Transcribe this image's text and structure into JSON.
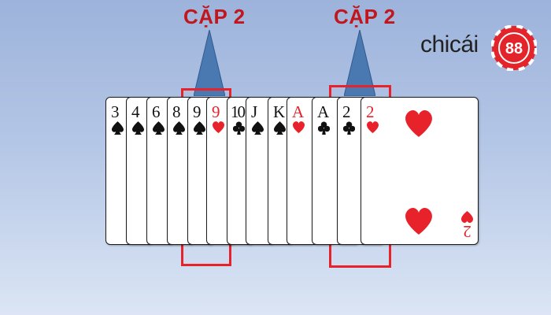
{
  "labels": {
    "left": "CẶP 2",
    "right": "CẶP 2"
  },
  "logo": {
    "word": "chicái",
    "number": "88"
  },
  "colors": {
    "red": "#e8222a",
    "label_red": "#c0161c",
    "black": "#111111",
    "pointer": "#4a78b0"
  },
  "cards": [
    {
      "rank": "3",
      "suit": "spade-icon",
      "color": "black"
    },
    {
      "rank": "4",
      "suit": "spade-icon",
      "color": "black"
    },
    {
      "rank": "6",
      "suit": "spade-icon",
      "color": "black"
    },
    {
      "rank": "8",
      "suit": "spade-icon",
      "color": "black"
    },
    {
      "rank": "9",
      "suit": "spade-icon",
      "color": "black"
    },
    {
      "rank": "9",
      "suit": "heart-icon",
      "color": "red"
    },
    {
      "rank": "10",
      "suit": "club-icon",
      "color": "black"
    },
    {
      "rank": "J",
      "suit": "spade-icon",
      "color": "black"
    },
    {
      "rank": "K",
      "suit": "spade-icon",
      "color": "black"
    },
    {
      "rank": "A",
      "suit": "heart-icon",
      "color": "red"
    },
    {
      "rank": "A",
      "suit": "club-icon",
      "color": "black"
    },
    {
      "rank": "2",
      "suit": "club-icon",
      "color": "black"
    },
    {
      "rank": "2",
      "suit": "heart-icon",
      "color": "red"
    }
  ]
}
